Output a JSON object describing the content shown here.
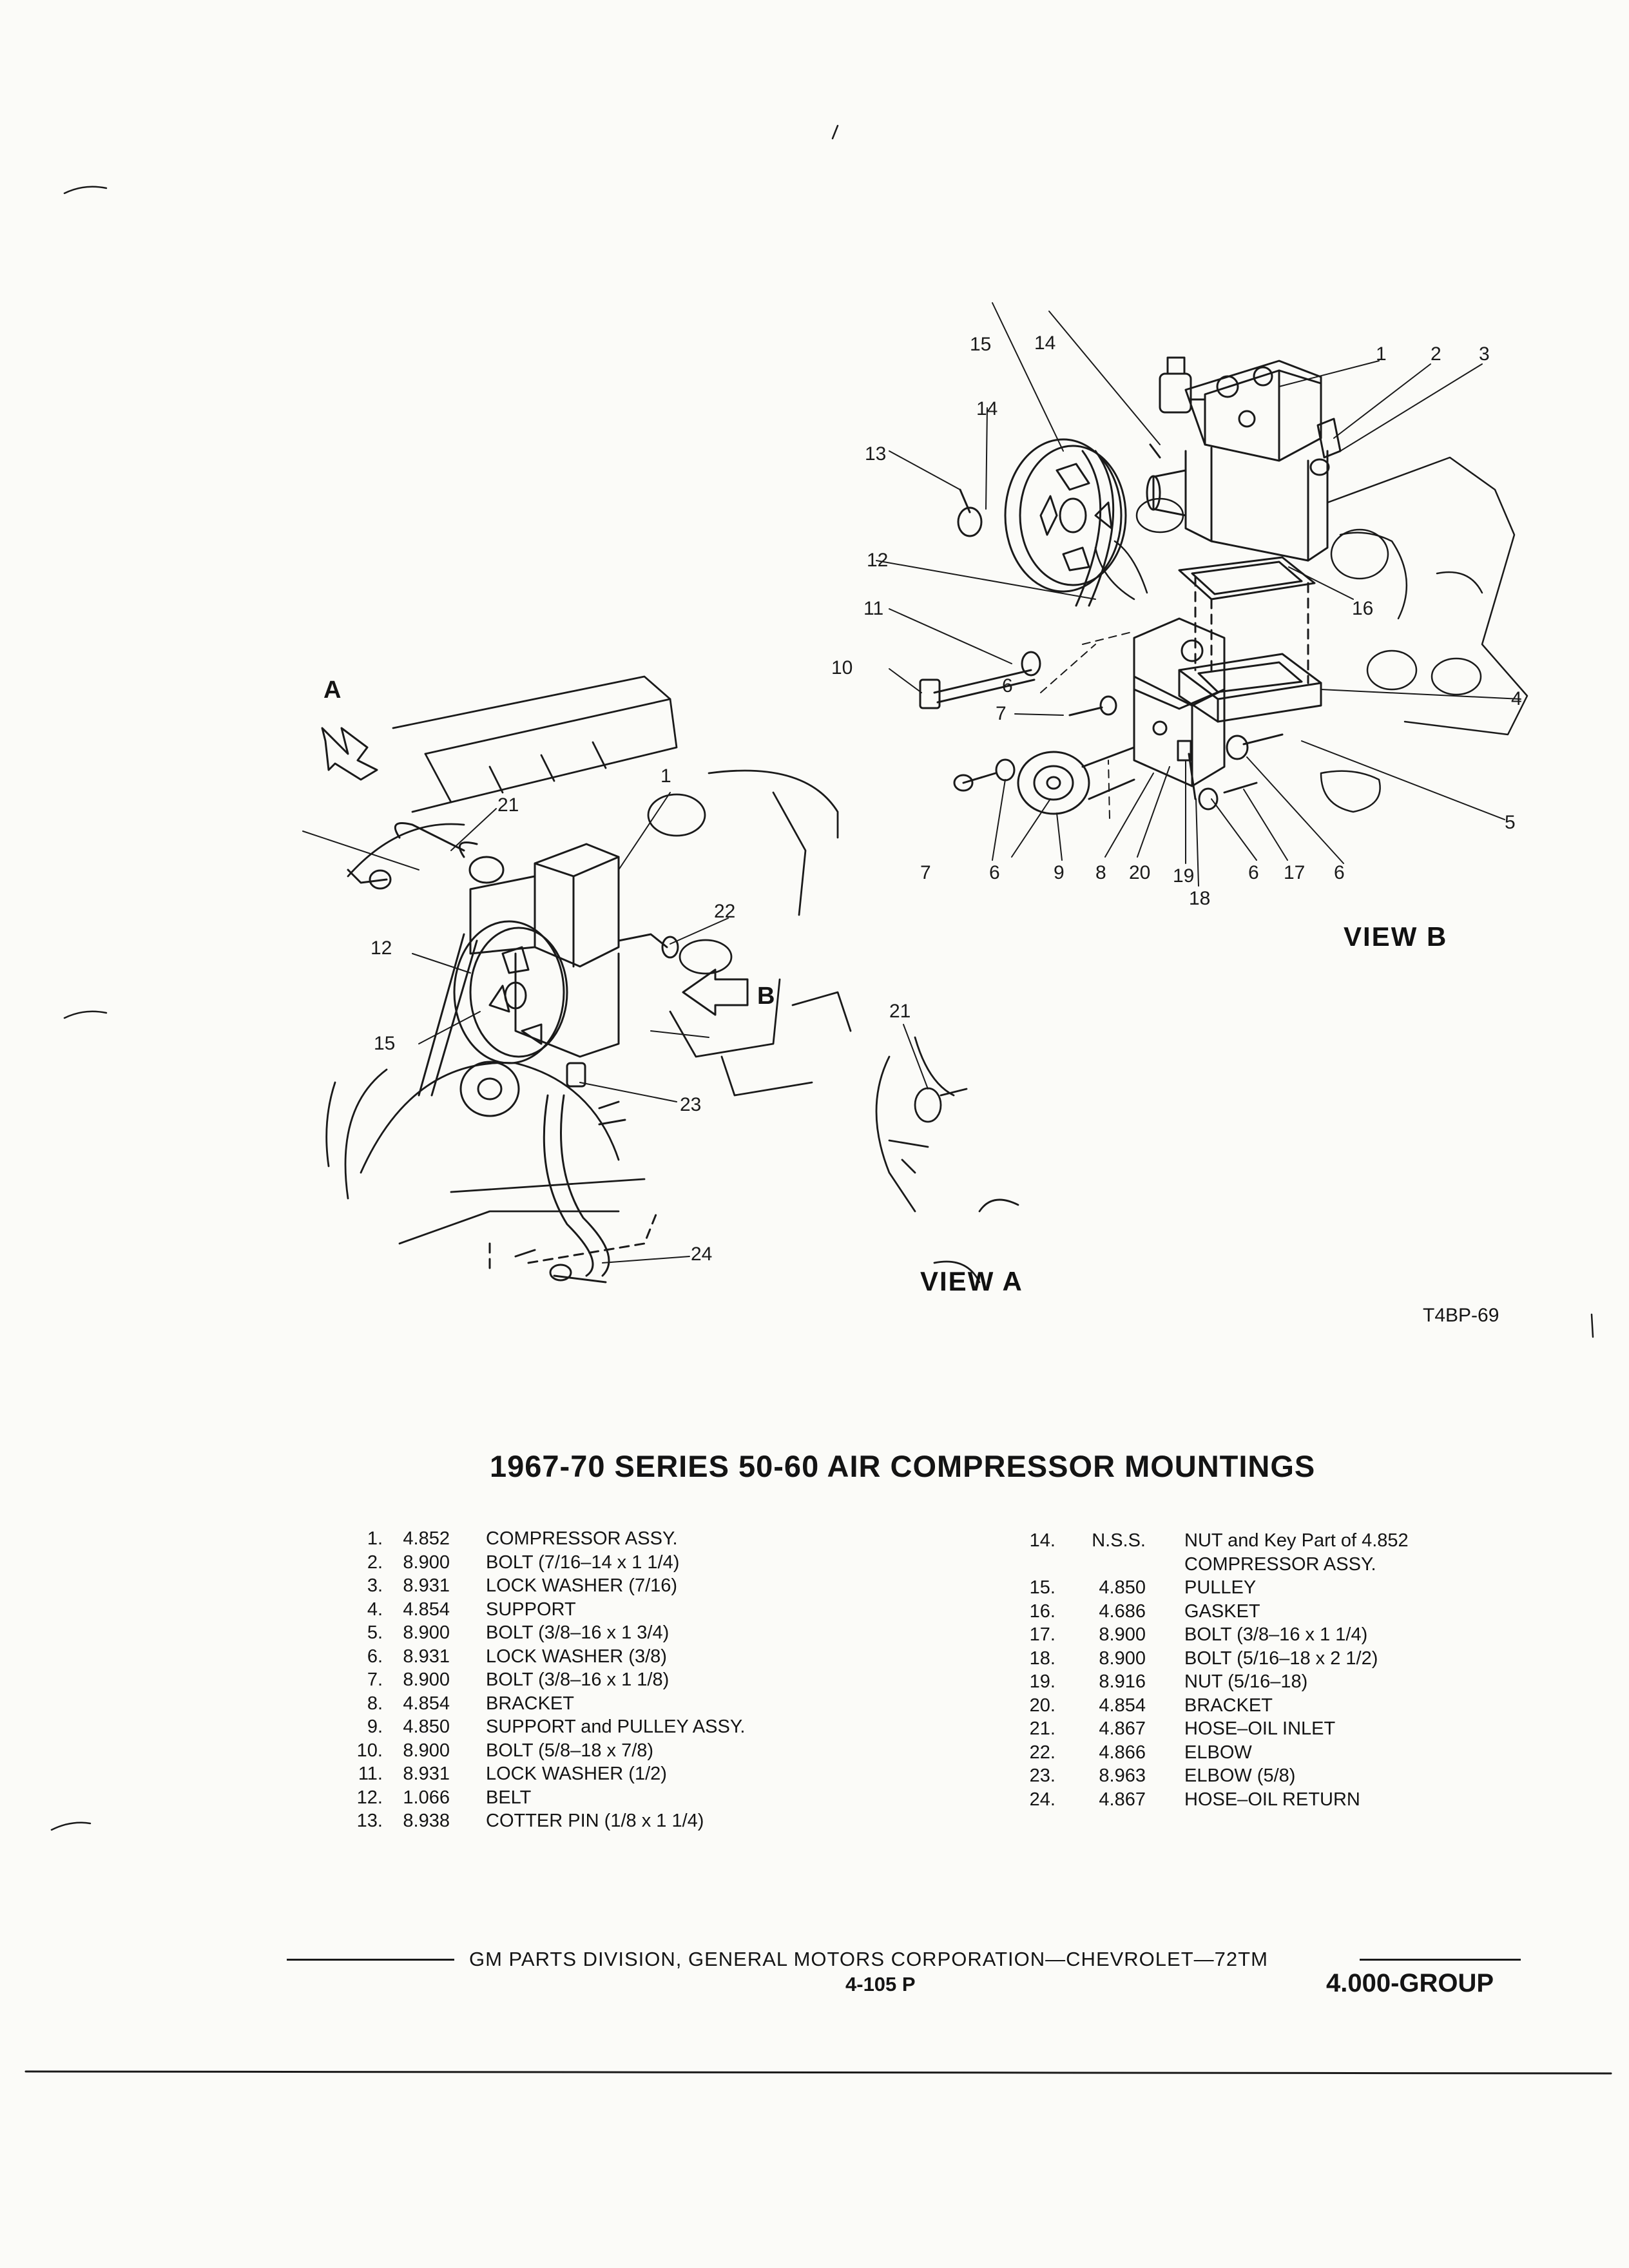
{
  "diagram": {
    "callouts_view_b": [
      {
        "id": "b1",
        "text": "1"
      },
      {
        "id": "b2",
        "text": "2"
      },
      {
        "id": "b3",
        "text": "3"
      },
      {
        "id": "b4",
        "text": "4"
      },
      {
        "id": "b5",
        "text": "5"
      },
      {
        "id": "b6a",
        "text": "6"
      },
      {
        "id": "b6b",
        "text": "6"
      },
      {
        "id": "b6c",
        "text": "6"
      },
      {
        "id": "b6d",
        "text": "6"
      },
      {
        "id": "b7a",
        "text": "7"
      },
      {
        "id": "b7b",
        "text": "7"
      },
      {
        "id": "b8",
        "text": "8"
      },
      {
        "id": "b9",
        "text": "9"
      },
      {
        "id": "b10",
        "text": "10"
      },
      {
        "id": "b11",
        "text": "11"
      },
      {
        "id": "b12",
        "text": "12"
      },
      {
        "id": "b13",
        "text": "13"
      },
      {
        "id": "b14a",
        "text": "14"
      },
      {
        "id": "b14b",
        "text": "14"
      },
      {
        "id": "b15",
        "text": "15"
      },
      {
        "id": "b16",
        "text": "16"
      },
      {
        "id": "b17",
        "text": "17"
      },
      {
        "id": "b18",
        "text": "18"
      },
      {
        "id": "b19",
        "text": "19"
      },
      {
        "id": "b20",
        "text": "20"
      }
    ],
    "callouts_view_a": [
      {
        "id": "a1",
        "text": "1"
      },
      {
        "id": "a12",
        "text": "12"
      },
      {
        "id": "a15",
        "text": "15"
      },
      {
        "id": "a21a",
        "text": "21"
      },
      {
        "id": "a21b",
        "text": "21"
      },
      {
        "id": "a22",
        "text": "22"
      },
      {
        "id": "a23",
        "text": "23"
      },
      {
        "id": "a24",
        "text": "24"
      }
    ],
    "arrow_a": "A",
    "arrow_b": "B",
    "view_a_label": "VIEW A",
    "view_b_label": "VIEW B",
    "figure_id": "T4BP-69"
  },
  "title": "1967-70 SERIES 50-60 AIR COMPRESSOR MOUNTINGS",
  "parts_left": [
    {
      "num": "1.",
      "pn": "4.852",
      "desc": "COMPRESSOR ASSY."
    },
    {
      "num": "2.",
      "pn": "8.900",
      "desc": "BOLT (7/16–14 x 1 1/4)"
    },
    {
      "num": "3.",
      "pn": "8.931",
      "desc": "LOCK WASHER (7/16)"
    },
    {
      "num": "4.",
      "pn": "4.854",
      "desc": "SUPPORT"
    },
    {
      "num": "5.",
      "pn": "8.900",
      "desc": "BOLT (3/8–16 x 1 3/4)"
    },
    {
      "num": "6.",
      "pn": "8.931",
      "desc": "LOCK WASHER (3/8)"
    },
    {
      "num": "7.",
      "pn": "8.900",
      "desc": "BOLT (3/8–16 x 1 1/8)"
    },
    {
      "num": "8.",
      "pn": "4.854",
      "desc": "BRACKET"
    },
    {
      "num": "9.",
      "pn": "4.850",
      "desc": "SUPPORT and PULLEY ASSY."
    },
    {
      "num": "10.",
      "pn": "8.900",
      "desc": "BOLT (5/8–18 x 7/8)"
    },
    {
      "num": "11.",
      "pn": "8.931",
      "desc": "LOCK WASHER (1/2)"
    },
    {
      "num": "12.",
      "pn": "1.066",
      "desc": "BELT"
    },
    {
      "num": "13.",
      "pn": "8.938",
      "desc": "COTTER PIN (1/8 x 1 1/4)"
    }
  ],
  "parts_right": [
    {
      "num": "14.",
      "pn": "N.S.S.",
      "desc": "NUT and Key Part of 4.852",
      "cont": "COMPRESSOR ASSY."
    },
    {
      "num": "15.",
      "pn": "4.850",
      "desc": "PULLEY"
    },
    {
      "num": "16.",
      "pn": "4.686",
      "desc": "GASKET"
    },
    {
      "num": "17.",
      "pn": "8.900",
      "desc": "BOLT (3/8–16 x 1 1/4)"
    },
    {
      "num": "18.",
      "pn": "8.900",
      "desc": "BOLT (5/16–18 x 2 1/2)"
    },
    {
      "num": "19.",
      "pn": "8.916",
      "desc": "NUT (5/16–18)"
    },
    {
      "num": "20.",
      "pn": "4.854",
      "desc": "BRACKET"
    },
    {
      "num": "21.",
      "pn": "4.867",
      "desc": "HOSE–OIL INLET"
    },
    {
      "num": "22.",
      "pn": "4.866",
      "desc": "ELBOW"
    },
    {
      "num": "23.",
      "pn": "8.963",
      "desc": "ELBOW (5/8)"
    },
    {
      "num": "24.",
      "pn": "4.867",
      "desc": "HOSE–OIL RETURN"
    }
  ],
  "footer": {
    "publisher": "GM PARTS DIVISION, GENERAL MOTORS CORPORATION—CHEVROLET—72TM",
    "page": "4-105 P",
    "group": "4.000-GROUP"
  }
}
